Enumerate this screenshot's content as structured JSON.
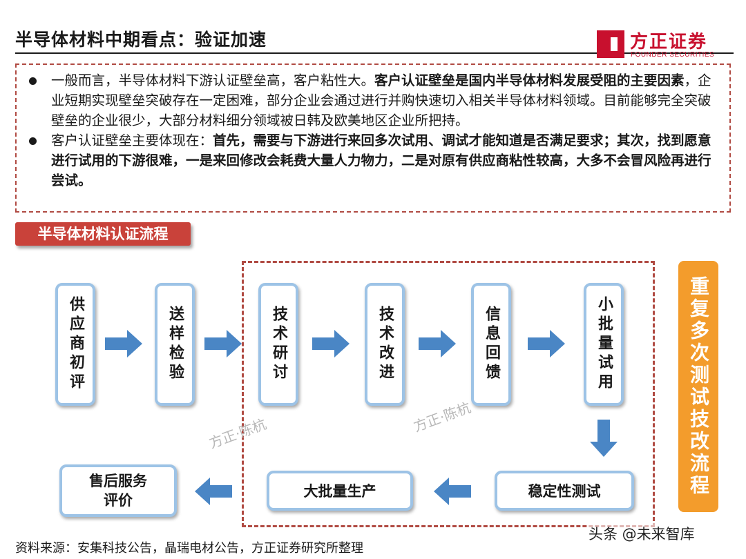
{
  "header": {
    "title": "半导体材料中期看点：验证加速",
    "logo_name": "方正证券",
    "logo_en": "FOUNDER SECURITIES",
    "brand_color": "#c8102e"
  },
  "summary": {
    "bullet1_pre": "一般而言，半导体材料下游认证壁垒高，客户粘性大。",
    "bullet1_bold": "客户认证壁垒是国内半导体材料发展受阻的主要因素",
    "bullet1_post": "，企业短期实现壁垒突破存在一定困难，部分企业会通过进行并购快速切入相关半导体材料领域。目前能够完全突破壁垒的企业很少，大部分材料细分领域被日韩及欧美地区企业所把持。",
    "bullet2_pre": "客户认证壁垒主要体现在：",
    "bullet2_bold": "首先，需要与下游进行来回多次试用、调试才能知道是否满足要求；其次，找到愿意进行试用的下游很难，一是来回修改会耗费大量人力物力，二是对原有供应商粘性较高，大多不会冒风险再进行尝试。"
  },
  "section_label": "半导体材料认证流程",
  "flow": {
    "step1": "供应商初评",
    "step2": "送样检验",
    "step3": "技术研讨",
    "step4": "技术改进",
    "step5": "信息回馈",
    "step6": "小批量试用",
    "step7": "稳定性测试",
    "step8": "大批量生产",
    "step9_line1": "售后服务",
    "step9_line2": "评价",
    "repeat_label": "重复多次测试技改流程"
  },
  "watermarks": [
    "方正·陈杭",
    "方正·陈杭"
  ],
  "footer": {
    "source": "资料来源：安集科技公告，晶瑞电材公告，方正证券研究所整理",
    "overlay": "头条 @未来智库"
  },
  "colors": {
    "box_border": "#9dc3e6",
    "arrow": "#4a86c5",
    "accent_red": "#c9423a",
    "repeat_orange": "#f39c2c"
  }
}
